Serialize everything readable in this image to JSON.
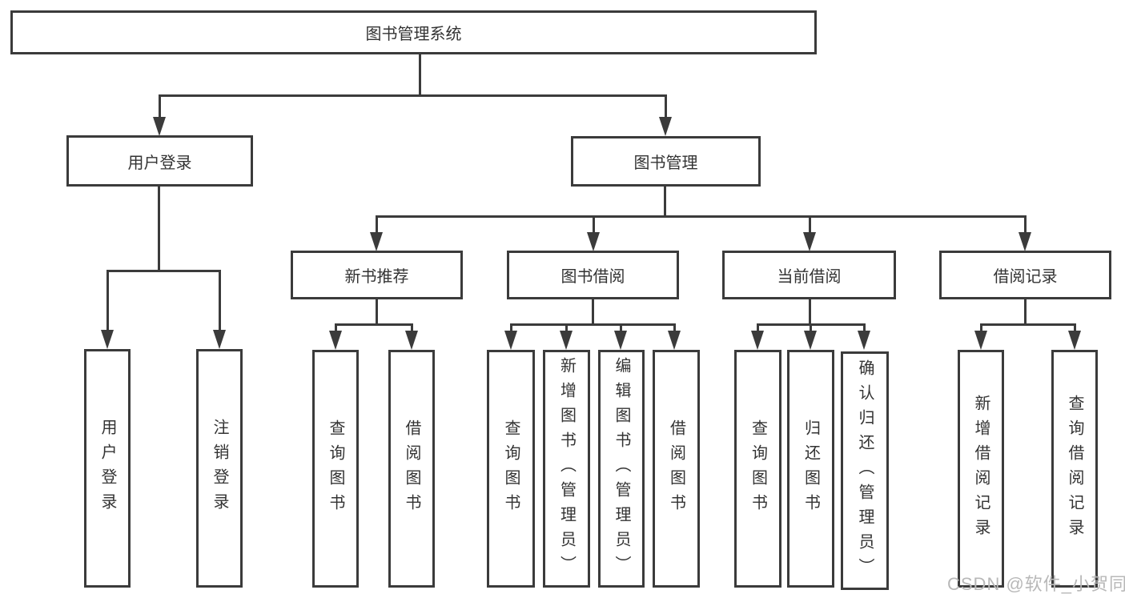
{
  "diagram": {
    "title": "图书管理系统",
    "root": "图书管理系统",
    "level2": [
      "用户登录",
      "图书管理"
    ],
    "level3": [
      "新书推荐",
      "图书借阅",
      "当前借阅",
      "借阅记录"
    ],
    "leaves": {
      "user_login": [
        "用户登录",
        "注销登录"
      ],
      "new_book_recommend": [
        "查询图书",
        "借阅图书"
      ],
      "book_borrow": [
        "查询图书",
        "新增图书（管理员）",
        "编辑图书（管理员）",
        "借阅图书"
      ],
      "current_borrow": [
        "查询图书",
        "归还图书",
        "确认归还（管理员）"
      ],
      "borrow_records": [
        "新增借阅记录",
        "查询借阅记录"
      ]
    }
  },
  "watermark": "CSDN @软件_小贺同学",
  "colors": {
    "line": "#3b3b3b",
    "text": "#333333",
    "background": "#ffffff",
    "watermark": "#b8b8b8"
  }
}
